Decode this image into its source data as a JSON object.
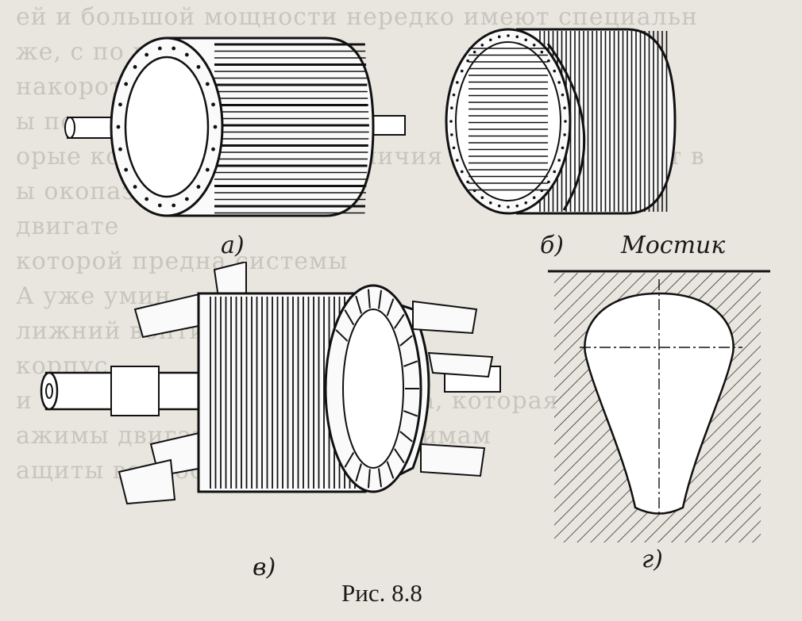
{
  "figure": {
    "caption": "Рис.  8.8",
    "labels": {
      "a": "а)",
      "b": "б)",
      "v": "в)",
      "g": "г)",
      "bridge": "Мостик"
    }
  },
  "background_text": [
    "ей и большой мощности нередко имеют специальн",
    "же, с по          го пе",
    "накорот",
    "ы потер",
    "",
    "орые конструктивные различия двигатели имеют в",
    "ы           окопаз        пазам",
    "           двигате",
    "        которой       предна        системы",
    "     А          уже         умин",
    "        лижний вентилятор",
    "                   корпус",
    "         и      статора  установлена  коробка,  которая",
    "           ажимы двигателя. К этим зажимам",
    "       ащиты вопрос обсуждения"
  ],
  "icons": {
    "rotor_a": "squirrel-cage-rotor-drawing",
    "rotor_b": "cage-winding-drawing",
    "rotor_v": "rotor-with-fan-blades-drawing",
    "slot_g": "rotor-slot-cross-section-drawing"
  }
}
